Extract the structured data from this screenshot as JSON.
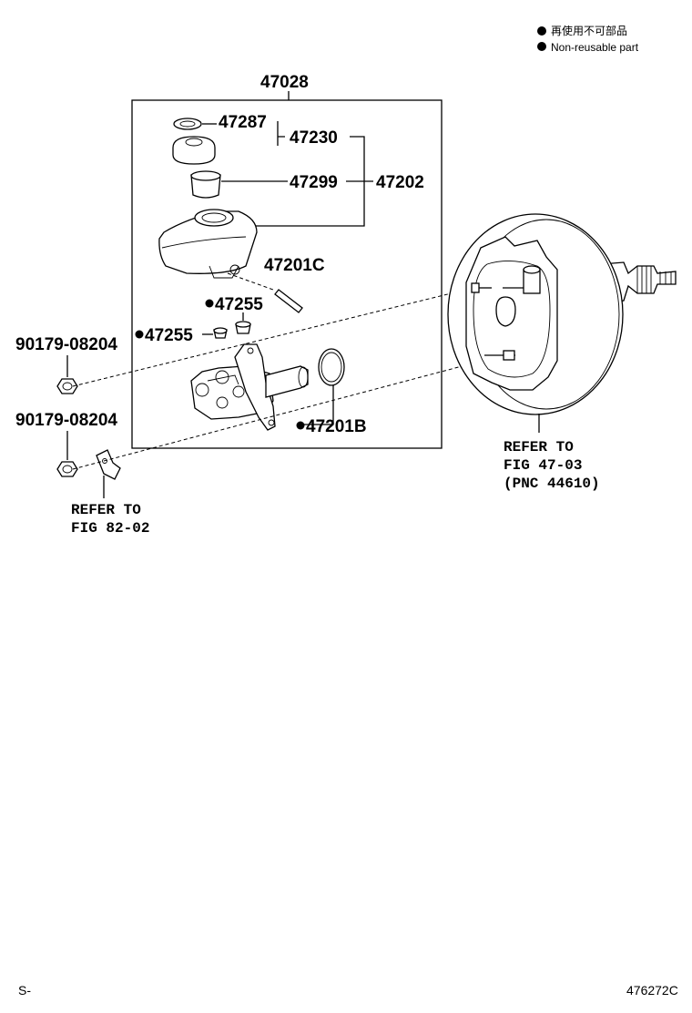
{
  "legend": {
    "jp": "再使用不可部品",
    "en": "Non-reusable part"
  },
  "parts": {
    "p47028": "47028",
    "p47287": "47287",
    "p47230": "47230",
    "p47299": "47299",
    "p47202": "47202",
    "p47201C": "47201C",
    "p47255_a": "47255",
    "p47255_b": "47255",
    "p47201B": "47201B",
    "bolt_a": "90179-08204",
    "bolt_b": "90179-08204"
  },
  "refs": {
    "booster": [
      "REFER TO",
      "FIG 47-03",
      "(PNC 44610)"
    ],
    "bracket": [
      "REFER TO",
      "FIG 82-02"
    ]
  },
  "footer": {
    "left": "S-",
    "right": "476272C"
  }
}
